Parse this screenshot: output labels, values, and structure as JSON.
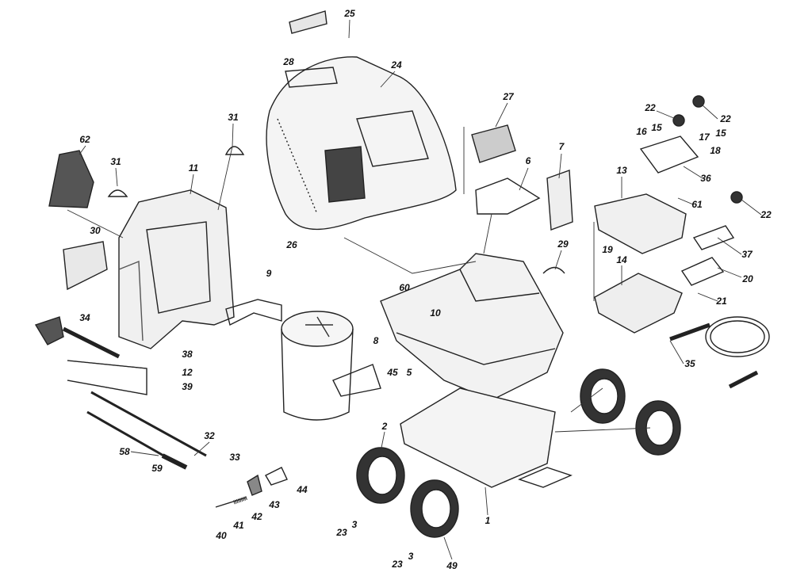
{
  "diagram": {
    "type": "exploded-parts-diagram",
    "labels": [
      "25",
      "28",
      "24",
      "27",
      "31",
      "62",
      "31",
      "11",
      "22",
      "22",
      "16",
      "15",
      "15",
      "17",
      "18",
      "36",
      "13",
      "6",
      "7",
      "61",
      "22",
      "37",
      "20",
      "21",
      "19",
      "14",
      "29",
      "30",
      "26",
      "9",
      "60",
      "10",
      "34",
      "38",
      "12",
      "39",
      "8",
      "45",
      "5",
      "35",
      "2",
      "32",
      "58",
      "59",
      "33",
      "44",
      "43",
      "42",
      "41",
      "40",
      "23",
      "3",
      "1",
      "23",
      "3",
      "49"
    ]
  }
}
